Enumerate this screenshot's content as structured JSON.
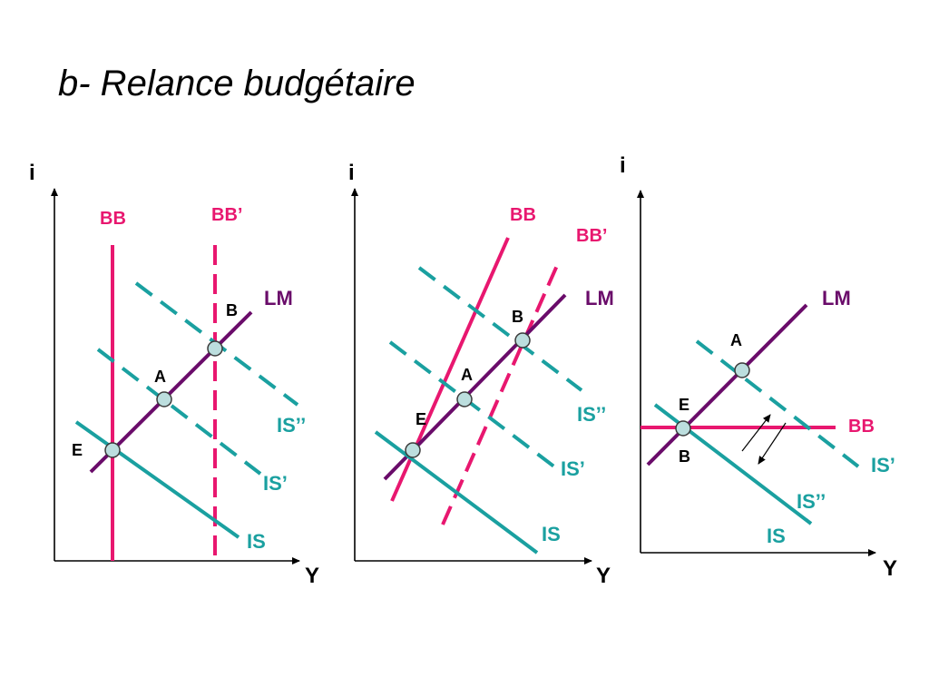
{
  "title": "b- Relance budgétaire",
  "colors": {
    "bb": "#e8176f",
    "lm": "#6a0c6a",
    "is": "#1aa0a0",
    "axis": "#000000",
    "point_fill": "#bcdede",
    "point_stroke": "#3a3a3a"
  },
  "panels": [
    {
      "y_axis": "i",
      "x_axis": "Y",
      "curves": {
        "bb": "BB",
        "bb2": "BB’",
        "lm": "LM",
        "is": "IS",
        "is2": "IS’",
        "is3": "IS’’"
      },
      "points": {
        "e": "E",
        "a": "A",
        "b": "B"
      }
    },
    {
      "y_axis": "i",
      "x_axis": "Y",
      "curves": {
        "bb": "BB",
        "bb2": "BB’",
        "lm": "LM",
        "is": "IS",
        "is2": "IS’",
        "is3": "IS’’"
      },
      "points": {
        "e": "E",
        "a": "A",
        "b": "B"
      }
    },
    {
      "y_axis": "i",
      "x_axis": "Y",
      "curves": {
        "bb": "BB",
        "lm": "LM",
        "is": "IS",
        "is2": "IS’",
        "is3": "IS’’"
      },
      "points": {
        "e": "E",
        "a": "A",
        "b": "B"
      }
    }
  ]
}
